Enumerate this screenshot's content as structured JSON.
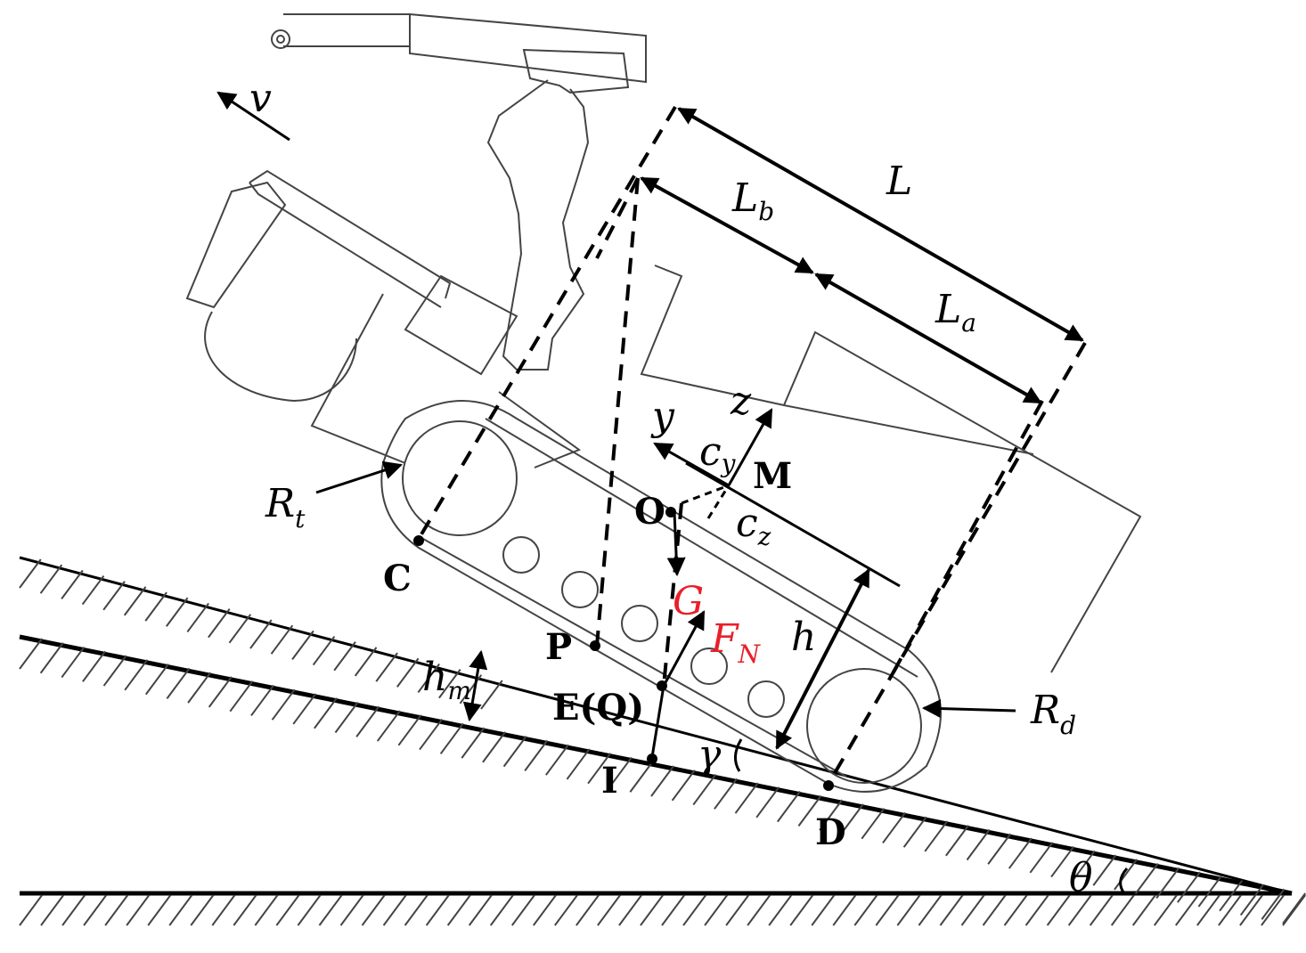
{
  "labels": {
    "velocity": "v",
    "length_total": "L",
    "length_b": "L",
    "length_b_sub": "b",
    "length_a": "L",
    "length_a_sub": "a",
    "axis_z": "z",
    "axis_y": "y",
    "c_y": "c",
    "c_y_sub": "y",
    "c_z": "c",
    "c_z_sub": "z",
    "point_M": "M",
    "point_O": "O",
    "R_t": "R",
    "R_t_sub": "t",
    "point_C": "C",
    "gravity": "G",
    "normal_force": "F",
    "normal_force_sub": "N",
    "height_h": "h",
    "point_P": "P",
    "h_m": "h",
    "h_m_sub": "m",
    "point_EQ": "E(Q)",
    "gamma": "γ",
    "point_I": "I",
    "R_d": "R",
    "R_d_sub": "d",
    "point_D": "D",
    "theta": "θ"
  },
  "colors": {
    "force_label": "#e8202a",
    "ink": "#000000"
  },
  "icons": [
    "hatched-ground",
    "arrow-head"
  ]
}
